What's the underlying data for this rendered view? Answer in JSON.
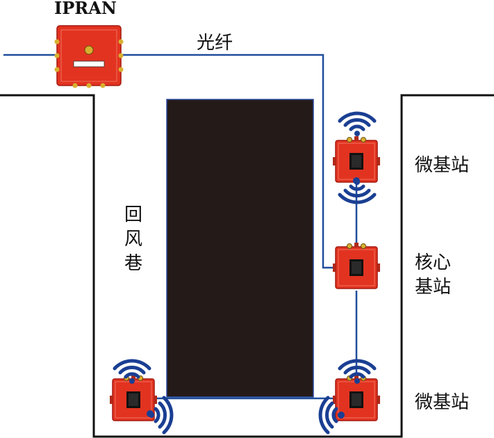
{
  "labels": {
    "ipran": "IPRAN",
    "fiber": "光纤",
    "return_airway": "回风巷",
    "micro_station_top": "微基站",
    "core_station_line1": "核心",
    "core_station_line2": "基站",
    "micro_station_bottom": "微基站"
  },
  "colors": {
    "fiber_line": "#1f4e9c",
    "tunnel_wall": "#111111",
    "coal_block": "#241a18",
    "enclosure": "#e23320",
    "wifi": "#1a3f93"
  },
  "icons": {
    "equipment": "explosion-proof-box-icon",
    "wireless": "wifi-signal-icon"
  }
}
